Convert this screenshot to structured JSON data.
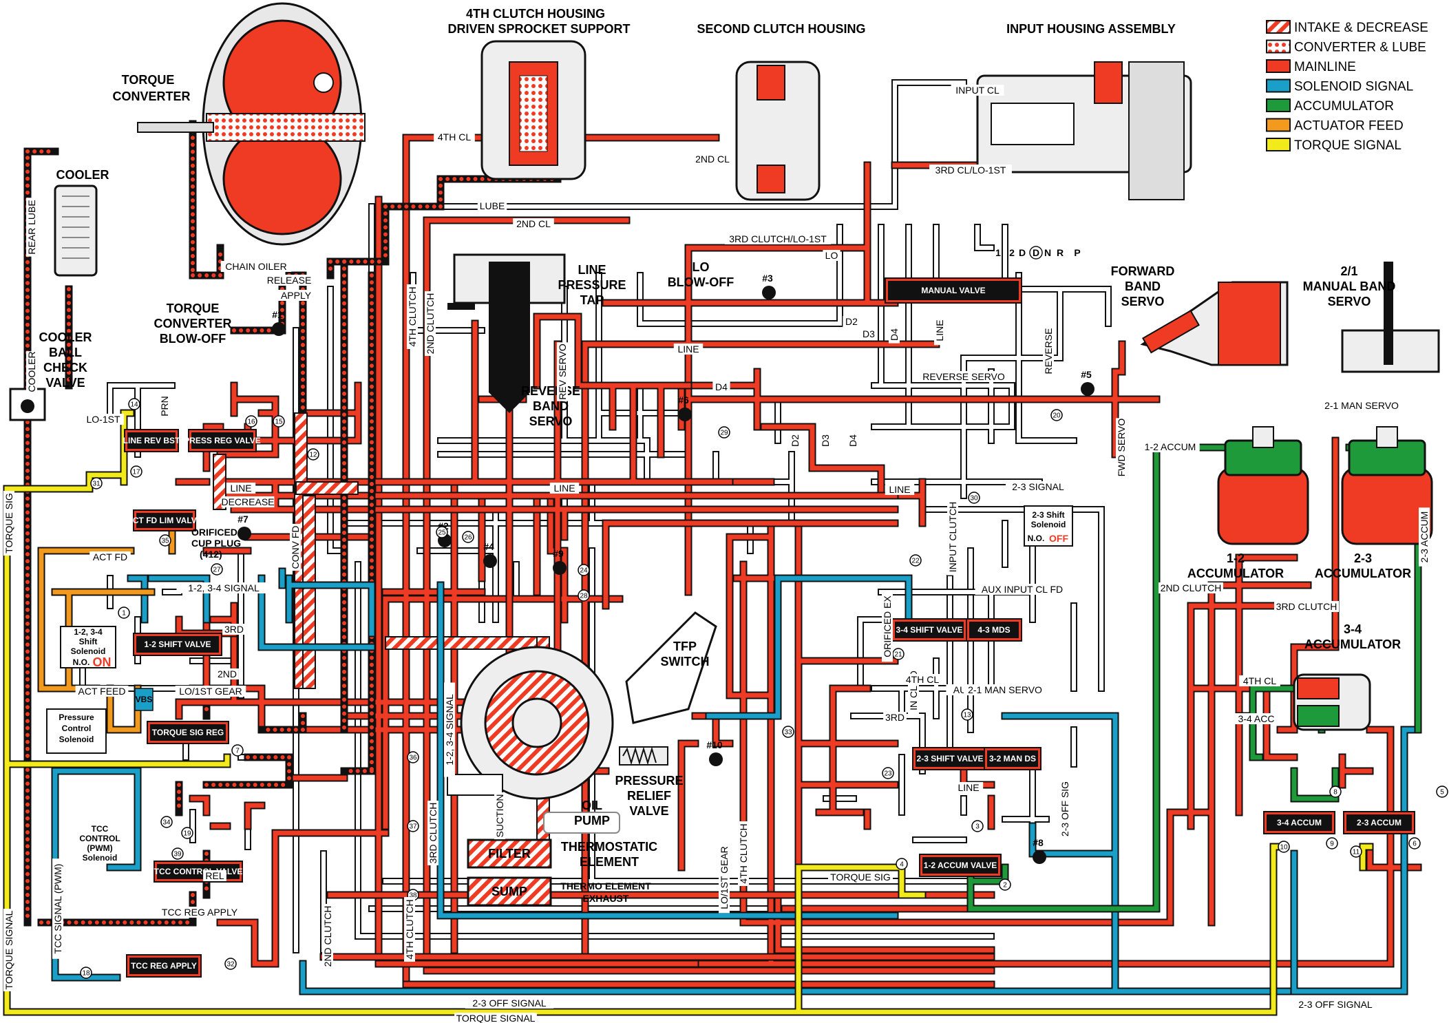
{
  "headings": {
    "torque_converter": [
      "TORQUE",
      "CONVERTER"
    ],
    "fourth_clutch_housing": [
      "4TH CLUTCH HOUSING",
      "DRIVEN SPROCKET SUPPORT"
    ],
    "second_clutch_housing": "SECOND CLUTCH HOUSING",
    "input_housing": "INPUT HOUSING ASSEMBLY",
    "cooler": "COOLER",
    "cooler_check": [
      "COOLER",
      "BALL",
      "CHECK",
      "VALVE"
    ],
    "tc_blowoff": [
      "TORQUE",
      "CONVERTER",
      "BLOW-OFF"
    ],
    "line_pressure_tap": [
      "LINE",
      "PRESSURE",
      "TAP"
    ],
    "lo_blowoff": [
      "LO",
      "BLOW-OFF"
    ],
    "reverse_band_servo": [
      "REVERSE",
      "BAND",
      "SERVO"
    ],
    "forward_band_servo": [
      "FORWARD",
      "BAND",
      "SERVO"
    ],
    "manual_band_servo": [
      "2/1",
      "MANUAL BAND",
      "SERVO"
    ],
    "accum_12": [
      "1-2",
      "ACCUMULATOR"
    ],
    "accum_23": [
      "2-3",
      "ACCUMULATOR"
    ],
    "accum_34": [
      "3-4",
      "ACCUMULATOR"
    ],
    "tfp_switch": [
      "TFP",
      "SWITCH"
    ],
    "oil_pump": [
      "OIL",
      "PUMP"
    ],
    "pressure_relief": [
      "PRESSURE",
      "RELIEF",
      "VALVE"
    ],
    "thermostatic": [
      "THERMOSTATIC",
      "ELEMENT"
    ],
    "thermo_exhaust": [
      "THERMO ELEMENT",
      "EXHAUST"
    ],
    "filter": "FILTER",
    "sump": "SUMP",
    "orificed_cup": [
      "ORIFICED",
      "CUP PLUG",
      "(412)"
    ]
  },
  "legend": [
    {
      "label": "INTAKE & DECREASE",
      "color": "#ef3b24",
      "pattern": "hatch"
    },
    {
      "label": "CONVERTER & LUBE",
      "color": "#ef3b24",
      "pattern": "dots"
    },
    {
      "label": "MAINLINE",
      "color": "#ef3b24",
      "pattern": "solid"
    },
    {
      "label": "SOLENOID SIGNAL",
      "color": "#1aa0c8",
      "pattern": "solid"
    },
    {
      "label": "ACCUMULATOR",
      "color": "#1f9a3b",
      "pattern": "solid"
    },
    {
      "label": "ACTUATOR FEED",
      "color": "#f39a1e",
      "pattern": "solid"
    },
    {
      "label": "TORQUE SIGNAL",
      "color": "#f2ea1a",
      "pattern": "solid"
    }
  ],
  "valves": {
    "manual": "MANUAL VALVE",
    "line_rev_bst": "LINE REV BST",
    "press_reg": "PRESS REG VALVE",
    "act_fd_lim": "ACT FD LIM VALVE",
    "shift_12": "1-2 SHIFT VALVE",
    "torque_sig_reg": "TORQUE SIG REG",
    "tcc_control": "TCC CONTROL VALVE",
    "tcc_reg_apply": "TCC REG APPLY",
    "shift_34": "3-4 SHIFT VALVE",
    "mds_43": "4-3 MDS",
    "shift_23": "2-3 SHIFT VALVE",
    "man_ds_32": "3-2 MAN DS",
    "accum_valve_12": "1-2 ACCUM VALVE",
    "accum_valve_34": "3-4 ACCUM",
    "accum_valve_23": "2-3 ACCUM"
  },
  "solenoids": {
    "s1234": {
      "label": [
        "1-2, 3-4",
        "Shift",
        "Solenoid"
      ],
      "state_prefix": "N.O.",
      "state": "ON"
    },
    "s23": {
      "label": [
        "2-3 Shift",
        "Solenoid"
      ],
      "state_prefix": "N.O.",
      "state": "OFF"
    },
    "pcs": {
      "label": [
        "Pressure",
        "Control",
        "Solenoid"
      ],
      "tag": "VBS"
    },
    "tcc": {
      "label": [
        "TCC",
        "CONTROL",
        "(PWM)",
        "Solenoid"
      ]
    }
  },
  "selector": {
    "positions": [
      "1",
      "2",
      "D",
      "D",
      "N",
      "R",
      "P"
    ]
  },
  "checkballs": [
    "#1",
    "#2",
    "#3",
    "#4",
    "#5",
    "#6",
    "#7",
    "#8",
    "#9",
    "#10"
  ],
  "circled_numbers": [
    "1",
    "2",
    "3",
    "4",
    "5",
    "6",
    "7",
    "8",
    "9",
    "10",
    "11",
    "12",
    "13",
    "14",
    "15",
    "16",
    "17",
    "18",
    "19",
    "20",
    "21",
    "22",
    "23",
    "24",
    "25",
    "26",
    "27",
    "28",
    "29",
    "30",
    "31",
    "32",
    "33",
    "34",
    "35",
    "36",
    "37",
    "38",
    "39"
  ],
  "passages": {
    "fourth_cl": "4TH CL",
    "lube": "LUBE",
    "second_cl": "2ND CL",
    "input_cl": "INPUT CL",
    "third_cl_lo1st": "3RD CL/LO-1ST",
    "third_clutch_lo1st": "3RD CLUTCH/LO-1ST",
    "lo": "LO",
    "chain_oiler": "CHAIN OILER",
    "release": "RELEASE",
    "apply": "APPLY",
    "rear_lube": "REAR LUBE",
    "cooler": "COOLER",
    "torque_sig": "TORQUE SIG",
    "torque_signal": "TORQUE SIGNAL",
    "lo_1st": "LO-1ST",
    "prn": "PRN",
    "rev_servo": "REV SERVO",
    "reverse_servo": "REVERSE SERVO",
    "reverse": "REVERSE",
    "line": "LINE",
    "d2": "D2",
    "d3": "D3",
    "d4": "D4",
    "fourth_clutch": "4TH CLUTCH",
    "second_clutch": "2ND CLUTCH",
    "third_clutch": "3RD CLUTCH",
    "fwd_servo": "FWD SERVO",
    "two_one_man_servo": "2-1 MAN SERVO",
    "one_two_accum": "1-2 ACCUM",
    "two_three_accum": "2-3 ACCUM",
    "two_three_signal": "2-3 SIGNAL",
    "decrease": "DECREASE",
    "conv_fd": "CONV FD",
    "act_fd": "ACT FD",
    "act_feed": "ACT FEED",
    "one_two_three_four_signal": "1-2, 3-4 SIGNAL",
    "lo1st_gear": "LO/1ST GEAR",
    "second": "2ND",
    "third": "3RD",
    "orificed_ex": "ORIFICED EX",
    "aux_input_cl_fd": "AUX INPUT CL FD",
    "aux_in_cl_fd": "AUX IN CL FD",
    "in_cl_fd": "IN CL FD",
    "two_one_man_servo_short": "2-1 MAN SERVO",
    "two_three_off_sig": "2-3 OFF SIG",
    "two_three_off_signal": "2-3 OFF SIGNAL",
    "tcc_signal_pwm": "TCC SIGNAL (PWM)",
    "rel": "REL",
    "tcc_reg_apply": "TCC REG APPLY",
    "three_four_acc": "3-4 ACC",
    "fourth_cl_short": "4TH CL",
    "suction": "SUCTION",
    "ex": "EX",
    "input_clutch": "INPUT CLUTCH",
    "lo_1st_gear": "LO/1ST GEAR"
  }
}
